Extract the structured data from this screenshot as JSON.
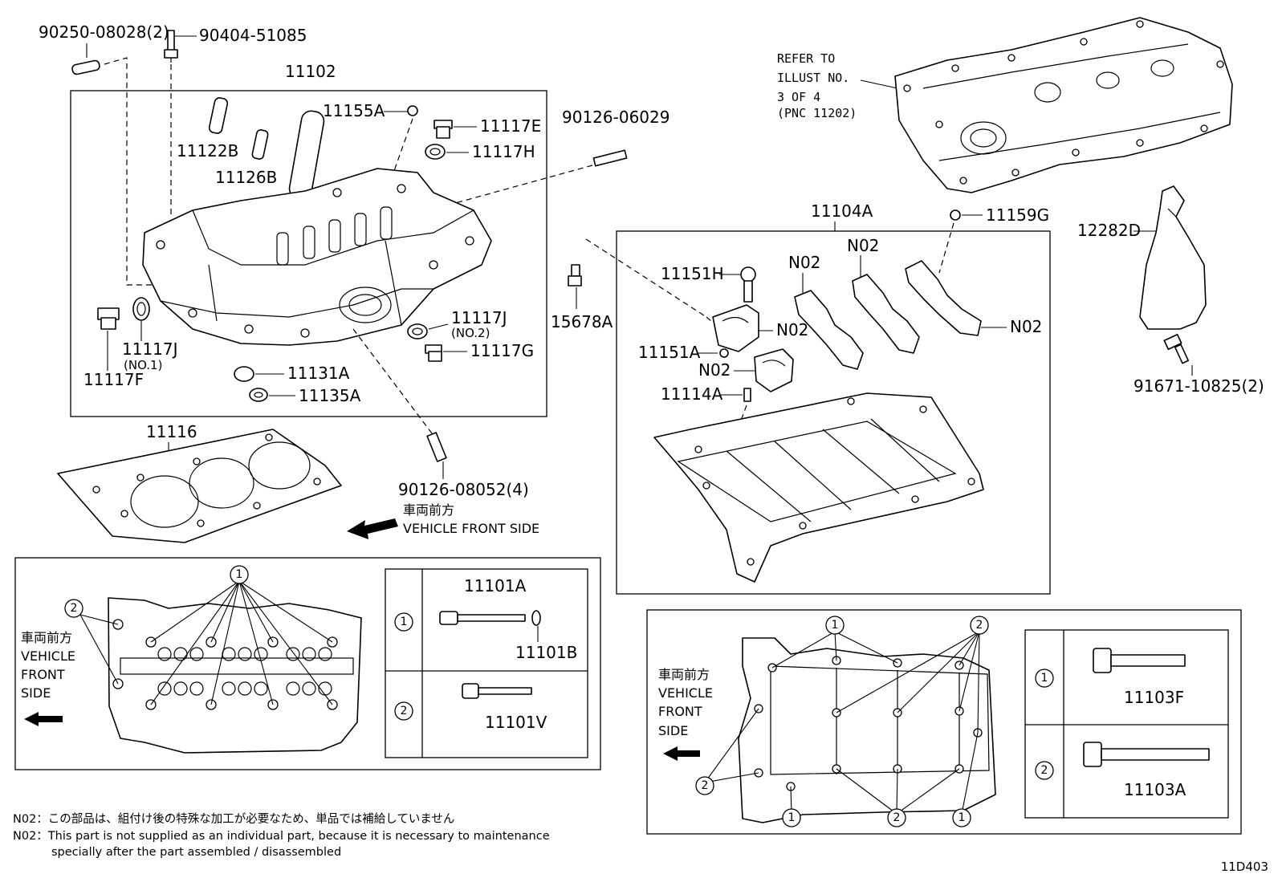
{
  "labels": {
    "p90250": "90250-08028(2)",
    "p90404": "90404-51085",
    "p11102": "11102",
    "p11155A": "11155A",
    "p11117E": "11117E",
    "p11117H": "11117H",
    "p11122B": "11122B",
    "p11126B": "11126B",
    "p90126_06029": "90126-06029",
    "p11117J_no1": "11117J",
    "no1": "(NO.1)",
    "p11117F": "11117F",
    "p11117J_no2": "11117J",
    "no2": "(NO.2)",
    "p11117G": "11117G",
    "p11131A": "11131A",
    "p11135A": "11135A",
    "p11116": "11116",
    "p90126_08052": "90126-08052(4)",
    "p15678A": "15678A",
    "p11104A": "11104A",
    "p11159G": "11159G",
    "p11151H": "11151H",
    "p11151A": "11151A",
    "p11114A": "11114A",
    "n02_a": "N02",
    "n02_b": "N02",
    "n02_c": "N02",
    "n02_d": "N02",
    "n02_e": "N02",
    "p12282D": "12282D",
    "p91671": "91671-10825(2)",
    "p11101A": "11101A",
    "p11101B": "11101B",
    "p11101V": "11101V",
    "p11103F": "11103F",
    "p11103A": "11103A"
  },
  "refer": [
    "REFER TO",
    "ILLUST NO.",
    "3 OF 4",
    "(PNC 11202)"
  ],
  "front": {
    "jp": "車両前方",
    "en": "VEHICLE FRONT SIDE"
  },
  "front_stack": {
    "jp": "車両前方",
    "l1": "VEHICLE",
    "l2": "FRONT",
    "l3": "SIDE"
  },
  "callouts": {
    "one": "1",
    "two": "2"
  },
  "notes": {
    "jp": "N02：この部品は、組付け後の特殊な加工が必要なため、単品では補給していません",
    "en1": "N02：This part is not supplied as an individual part, because it is necessary to maintenance",
    "en2": "specially after the part assembled / disassembled"
  },
  "illustration_code": "11D403"
}
